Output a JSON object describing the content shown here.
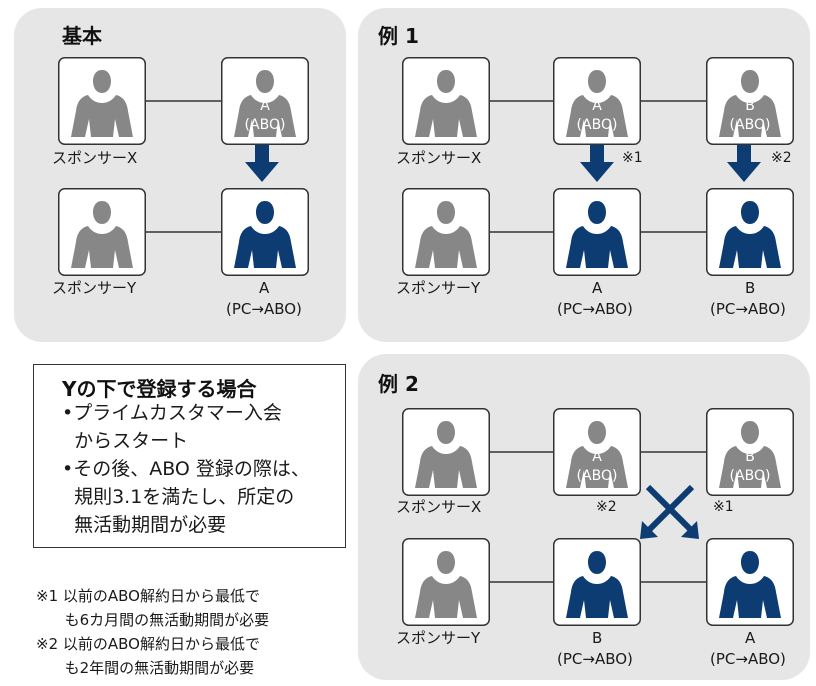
{
  "panels": {
    "basic": {
      "title": "基本"
    },
    "ex1": {
      "title": "例 1"
    },
    "ex2": {
      "title": "例 2"
    }
  },
  "labels": {
    "sponsor_x": "スポンサーX",
    "sponsor_y": "スポンサーY",
    "person_a": "A",
    "person_b": "B",
    "abo_tag": "(ABO)",
    "pc_to_abo": "(PC→ABO)",
    "note1": "※1",
    "note2": "※2"
  },
  "rule_box": {
    "title": "Yの下で登録する場合",
    "lines": [
      "•プライムカスタマー入会",
      "  からスタート",
      "•その後、ABO 登録の際は、",
      "  規則3.1を満たし、所定の",
      "  無活動期間が必要"
    ]
  },
  "footnotes": [
    "※1 以前のABO解約日から最低で",
    "      も6カ月間の無活動期間が必要",
    "※2 以前のABO解約日から最低で",
    "      も2年間の無活動期間が必要"
  ],
  "colors": {
    "panel_bg": "#e6e6e6",
    "figure_gray": "#878787",
    "figure_navy": "#0d3c73",
    "arrow_navy": "#0d3c73"
  },
  "icons": [
    "person-icon",
    "down-arrow-icon",
    "cross-arrow-icon"
  ]
}
